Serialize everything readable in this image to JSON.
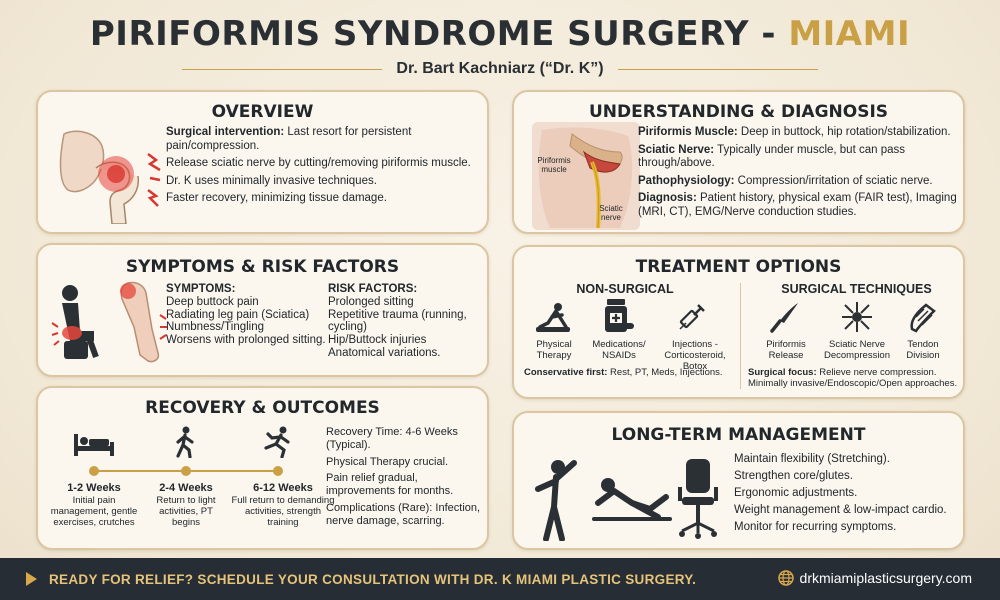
{
  "header": {
    "title_main": "PIRIFORMIS SYNDROME SURGERY - ",
    "title_accent": "MIAMI",
    "subtitle": "Dr. Bart Kachniarz (“Dr. K”)"
  },
  "overview": {
    "title": "OVERVIEW",
    "p1_bold": "Surgical intervention:",
    "p1_rest": " Last resort for persistent pain/compression.",
    "p2": "Release sciatic nerve by cutting/removing piriformis muscle.",
    "p3": "Dr. K uses minimally invasive techniques.",
    "p4": "Faster recovery, minimizing tissue damage."
  },
  "diagnosis": {
    "title": "UNDERSTANDING & DIAGNOSIS",
    "label_muscle": "Piriformis muscle",
    "label_nerve": "Sciatic nerve",
    "p1_bold": "Piriformis Muscle:",
    "p1_rest": " Deep in buttock, hip rotation/stabilization.",
    "p2_bold": "Sciatic Nerve:",
    "p2_rest": " Typically under muscle, but can pass through/above.",
    "p3_bold": "Pathophysiology:",
    "p3_rest": " Compression/irritation of sciatic nerve.",
    "p4_bold": "Diagnosis:",
    "p4_rest": " Patient history, physical exam (FAIR test), Imaging (MRI, CT), EMG/Nerve conduction studies."
  },
  "symptoms": {
    "title": "SYMPTOMS & RISK FACTORS",
    "symptoms_head": "SYMPTOMS:",
    "symptoms_list": [
      "Deep buttock pain",
      "Radiating leg pain (Sciatica)",
      "Numbness/Tingling",
      "Worsens with prolonged sitting."
    ],
    "risk_head": "RISK FACTORS:",
    "risk_list": [
      "Prolonged sitting",
      "Repetitive trauma (running, cycling)",
      "Hip/Buttock injuries",
      "Anatomical variations."
    ]
  },
  "treatment": {
    "title": "TREATMENT OPTIONS",
    "nonsurgical_head": "NON-SURGICAL",
    "surgical_head": "SURGICAL TECHNIQUES",
    "nonsurgical_items": [
      "Physical Therapy",
      "Medications/ NSAIDs",
      "Injections - Corticosteroid, Botox"
    ],
    "surgical_items": [
      "Piriformis Release",
      "Sciatic Nerve Decompression",
      "Tendon Division"
    ],
    "conservative_bold": "Conservative first:",
    "conservative_rest": " Rest, PT, Meds, Injections.",
    "focus_bold": "Surgical focus:",
    "focus_rest": " Relieve nerve compression. Minimally invasive/Endoscopic/Open approaches."
  },
  "recovery": {
    "title": "RECOVERY & OUTCOMES",
    "stages": [
      {
        "period": "1-2 Weeks",
        "desc": "Initial pain management, gentle exercises, crutches"
      },
      {
        "period": "2-4 Weeks",
        "desc": "Return to light activities, PT begins"
      },
      {
        "period": "6-12 Weeks",
        "desc": "Full return to demanding activities, strength training"
      }
    ],
    "points": [
      "Recovery Time: 4-6 Weeks (Typical).",
      "Physical Therapy crucial.",
      "Pain relief gradual, improvements for months.",
      "Complications (Rare): Infection, nerve damage, scarring."
    ]
  },
  "longterm": {
    "title": "LONG-TERM MANAGEMENT",
    "points": [
      "Maintain flexibility (Stretching).",
      "Strengthen core/glutes.",
      "Ergonomic adjustments.",
      "Weight management & low-impact cardio.",
      "Monitor for recurring symptoms."
    ]
  },
  "footer": {
    "cta": "READY FOR RELIEF? SCHEDULE YOUR CONSULTATION WITH DR. K MIAMI PLASTIC SURGERY.",
    "website": "drkmiamiplasticsurgery.com"
  },
  "colors": {
    "accent_gold": "#c9a046",
    "pain_red": "#d8372f",
    "footer_bg": "#262d34"
  }
}
